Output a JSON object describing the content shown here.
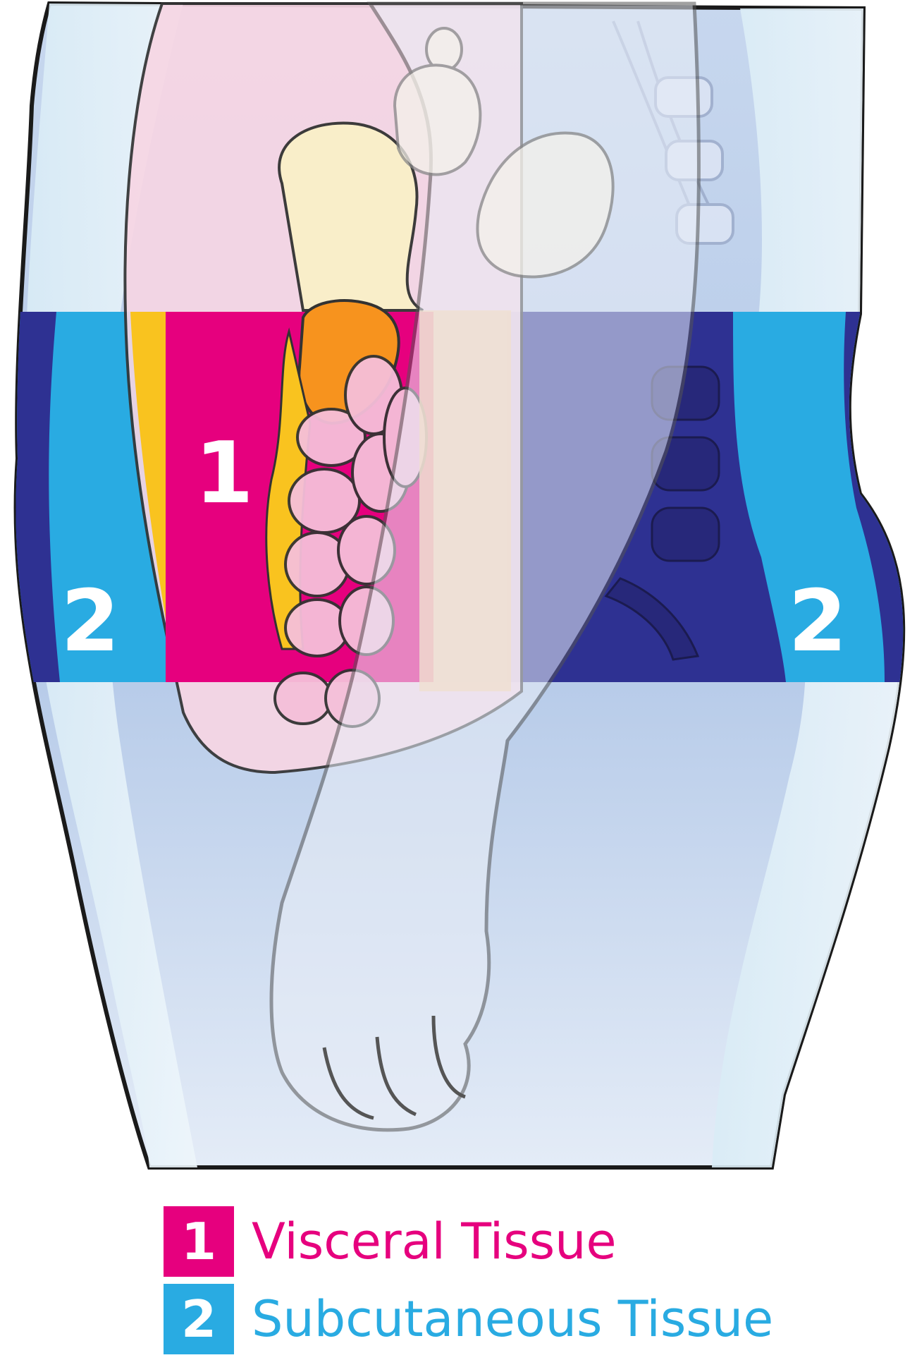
{
  "colors": {
    "visceral": "#E6007E",
    "subcutaneous": "#29ABE2",
    "deep_blue": "#2E3192",
    "yellow_fat": "#F9C31F",
    "orange_organ": "#F7931E",
    "body_fill": "#B8CDEA",
    "outline": "#3A3A3A"
  },
  "regions": {
    "visceral_number": "1",
    "subcutaneous_number_left": "2",
    "subcutaneous_number_right": "2"
  },
  "legend": [
    {
      "number": "1",
      "label": "Visceral Tissue",
      "color": "#E6007E"
    },
    {
      "number": "2",
      "label": "Subcutaneous Tissue",
      "color": "#29ABE2"
    }
  ]
}
